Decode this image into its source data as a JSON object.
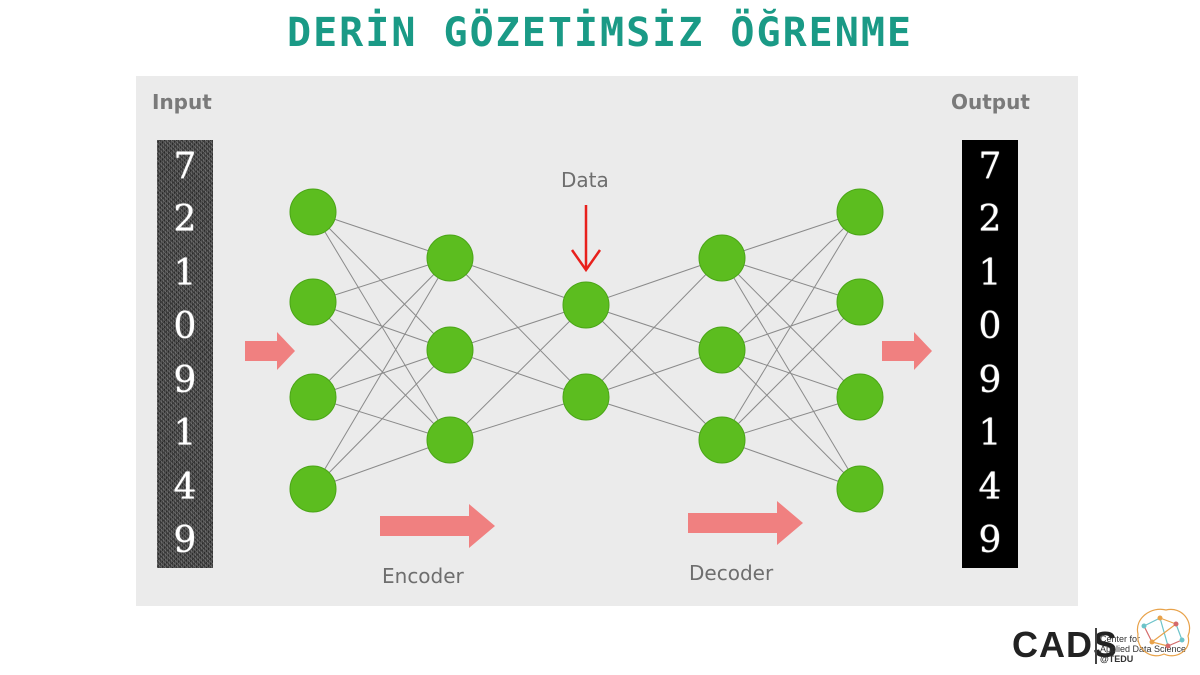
{
  "page": {
    "title": "DERİN GÖZETİMSİZ ÖĞRENME"
  },
  "diagram": {
    "input_label": "Input",
    "output_label": "Output",
    "data_label": "Data",
    "encoder_label": "Encoder",
    "decoder_label": "Decoder",
    "input_digits": [
      "7",
      "2",
      "1",
      "0",
      "9",
      "1",
      "4",
      "9"
    ],
    "output_digits": [
      "7",
      "2",
      "1",
      "0",
      "9",
      "1",
      "4",
      "9"
    ],
    "layer_node_counts": [
      4,
      3,
      2,
      3,
      4
    ],
    "colors": {
      "node": "#5cbd1f",
      "node_stroke": "#4aa516",
      "edge": "#8a8a8a",
      "flow_arrow": "#f08080",
      "data_arrow": "#e8201c",
      "panel": "#ebebeb"
    }
  },
  "logo": {
    "wordmark": "CADS",
    "line1": "Center for",
    "line2": "Applied Data Science",
    "line3": "@TEDU"
  }
}
